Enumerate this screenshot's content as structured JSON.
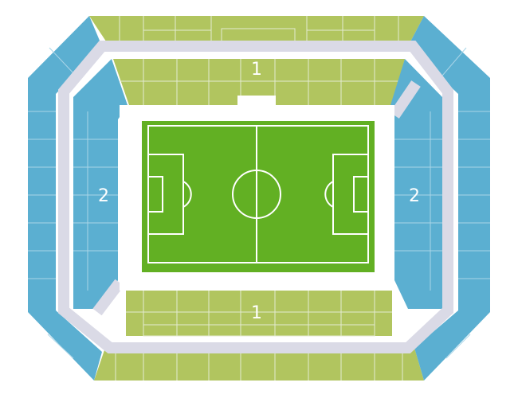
{
  "colors": {
    "background": "#ffffff",
    "stand_green": "#b1c55f",
    "stand_blue": "#5bafd1",
    "concourse": "#dadae6",
    "seat_line": "#e4ead0",
    "seat_line_blue": "#a9d5e8",
    "pitch": "#62b023",
    "pitch_line": "#ffffff"
  },
  "zones": {
    "north": {
      "label": "1",
      "category": "stand-1"
    },
    "south": {
      "label": "1",
      "category": "stand-1"
    },
    "west": {
      "label": "2",
      "category": "stand-2"
    },
    "east": {
      "label": "2",
      "category": "stand-2"
    }
  }
}
